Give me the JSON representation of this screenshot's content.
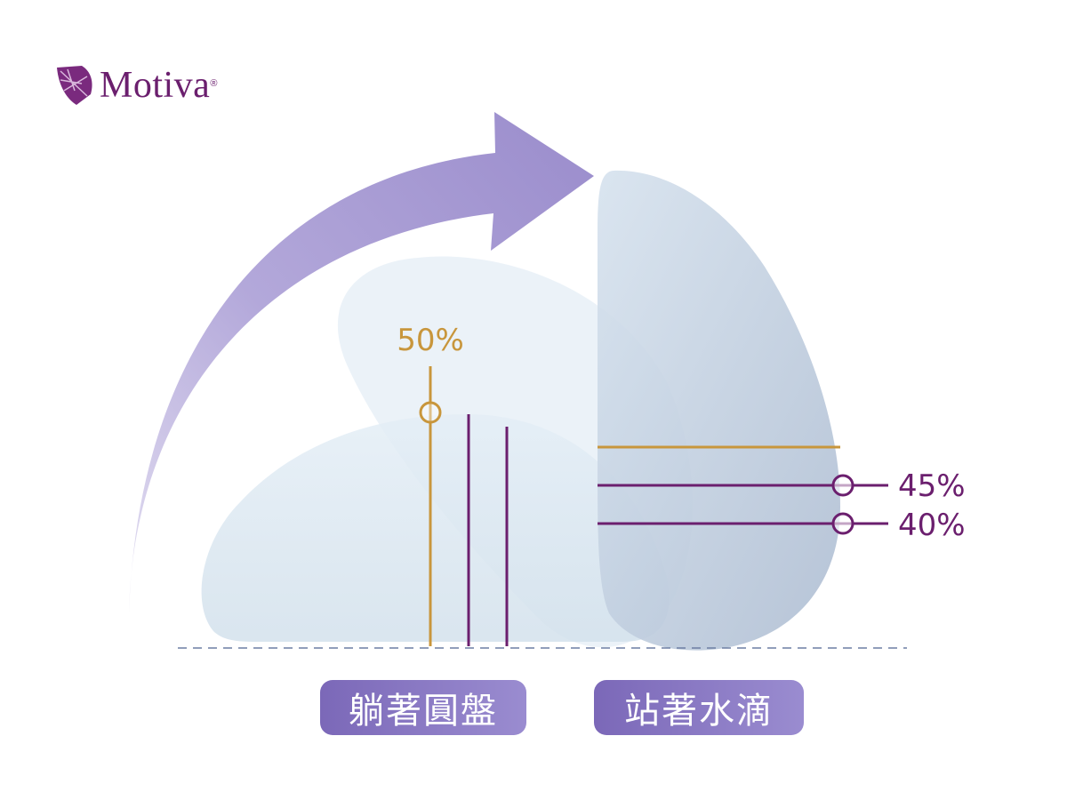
{
  "brand": {
    "name": "Motiva",
    "registered_mark": "®"
  },
  "labels": {
    "lying_percent": "50%",
    "standing_percent_upper": "45%",
    "standing_percent_lower": "40%"
  },
  "buttons": {
    "lying": "躺著圓盤",
    "standing": "站著水滴"
  },
  "colors": {
    "brand_purple": "#6b1f6e",
    "gold": "#c8963c",
    "arrow_purple": "#9d90cf",
    "implant_blue": "#c9d8e6"
  }
}
